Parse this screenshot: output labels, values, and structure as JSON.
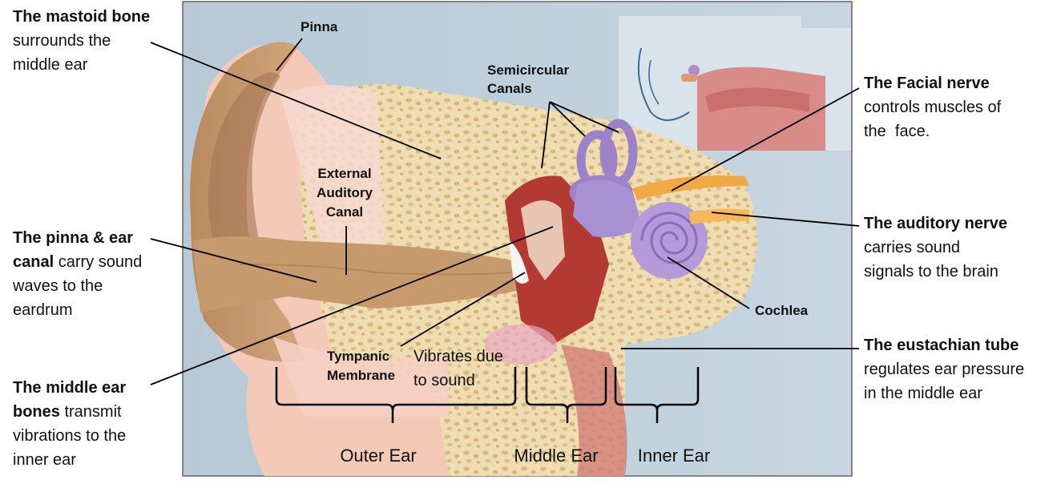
{
  "annotations": {
    "mastoid": {
      "bold": "The mastoid bone",
      "rest1": "surrounds the",
      "rest2": "middle ear"
    },
    "pinna_canal": {
      "bold1": "The pinna & ear",
      "bold2": "canal",
      "rest1": " carry sound",
      "rest2": "waves to the",
      "rest3": "eardrum"
    },
    "middle_bones": {
      "bold1": "The middle ear",
      "bold2": "bones",
      "rest1": " transmit",
      "rest2": "vibrations to the",
      "rest3": "inner ear"
    },
    "facial": {
      "bold": "The Facial nerve",
      "rest1": "controls muscles of",
      "rest2": "the  face."
    },
    "auditory": {
      "bold": "The auditory nerve",
      "rest1": "carries sound",
      "rest2": "signals to the brain"
    },
    "eustachian": {
      "bold": "The eustachian tube",
      "rest1": "regulates ear pressure",
      "rest2": "in the middle ear"
    }
  },
  "labels": {
    "pinna": "Pinna",
    "semicircular1": "Semicircular",
    "semicircular2": "Canals",
    "ext1": "External",
    "ext2": "Auditory",
    "ext3": "Canal",
    "tympanic1": "Tympanic",
    "tympanic2": "Membrane",
    "vibrates1": "Vibrates due",
    "vibrates2": "to sound",
    "cochlea": "Cochlea"
  },
  "sections": {
    "outer": "Outer Ear",
    "middle": "Middle Ear",
    "inner": "Inner Ear"
  }
}
